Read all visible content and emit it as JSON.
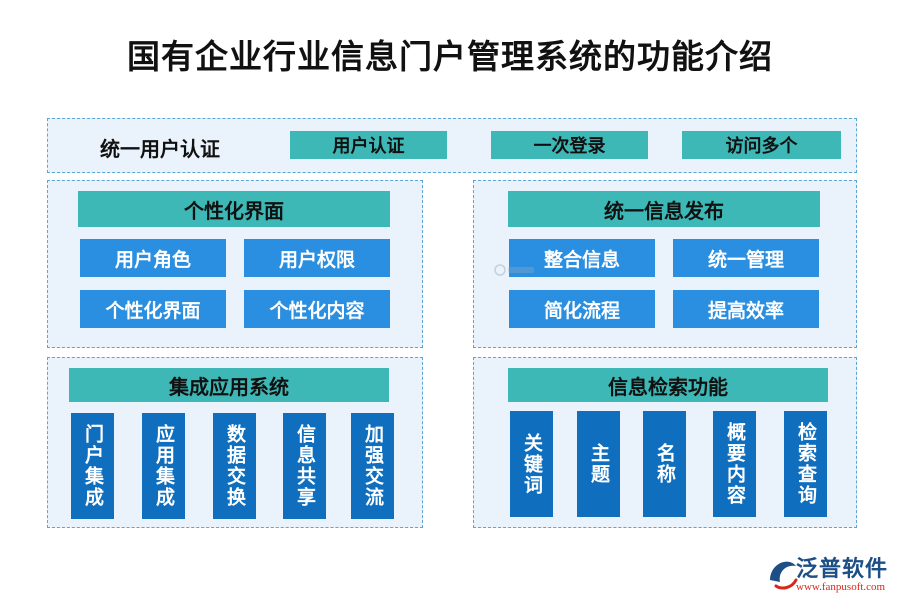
{
  "title": "国有企业行业信息门户管理系统的功能介绍",
  "row1": {
    "label": "统一用户认证",
    "items": [
      "用户认证",
      "一次登录",
      "访问多个"
    ]
  },
  "personalized": {
    "header": "个性化界面",
    "items": [
      "用户角色",
      "用户权限",
      "个性化界面",
      "个性化内容"
    ]
  },
  "publishing": {
    "header": "统一信息发布",
    "items": [
      "整合信息",
      "统一管理",
      "简化流程",
      "提高效率"
    ]
  },
  "integration": {
    "header": "集成应用系统",
    "items": [
      "门户集成",
      "应用集成",
      "数据交换",
      "信息共享",
      "加强交流"
    ]
  },
  "search": {
    "header": "信息检索功能",
    "items": [
      "关键词",
      "主题",
      "名称",
      "概要内容",
      "检索查询"
    ]
  },
  "logo": {
    "name": "泛普软件",
    "url": "www.fanpusoft.com",
    "watermark": "泛普软件"
  },
  "colors": {
    "panel_bg": "#eaf3fb",
    "panel_border": "#5aa6d6",
    "teal": "#3db8b6",
    "blue": "#2a8fe0",
    "navy": "#0f6fbe"
  }
}
